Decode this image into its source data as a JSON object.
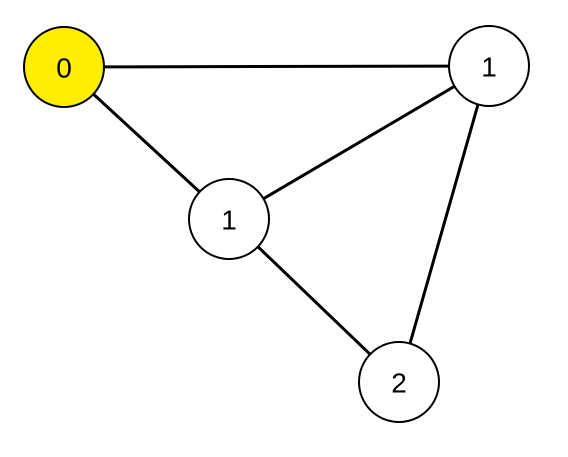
{
  "graph": {
    "colors": {
      "highlight": "#ffee00",
      "default_fill": "#ffffff",
      "stroke": "#000000"
    },
    "nodes": [
      {
        "id": "n0",
        "label": "0",
        "highlighted": true
      },
      {
        "id": "n1",
        "label": "1",
        "highlighted": false
      },
      {
        "id": "n2",
        "label": "1",
        "highlighted": false
      },
      {
        "id": "n3",
        "label": "2",
        "highlighted": false
      }
    ],
    "edges": [
      {
        "from": "n0",
        "to": "n1"
      },
      {
        "from": "n0",
        "to": "n2"
      },
      {
        "from": "n1",
        "to": "n2"
      },
      {
        "from": "n1",
        "to": "n3"
      },
      {
        "from": "n2",
        "to": "n3"
      }
    ]
  }
}
